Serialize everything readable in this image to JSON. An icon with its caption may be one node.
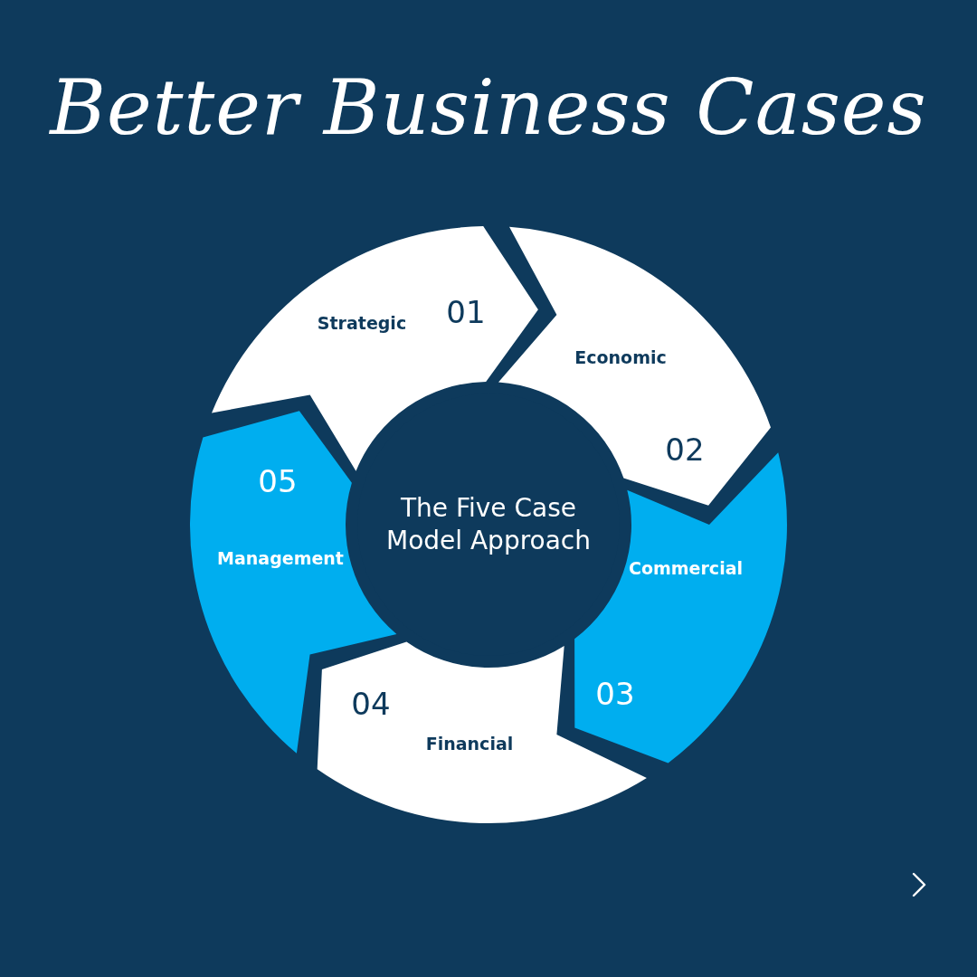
{
  "diagram": {
    "title": "Better Business Cases",
    "nodes": [
      {
        "text": [
          "Strategic",
          "01"
        ]
      },
      {
        "text": [
          "Economic",
          "02"
        ]
      },
      {
        "text": [
          "Commercial",
          "03"
        ]
      },
      {
        "text": [
          "04",
          "Financial"
        ]
      },
      {
        "text": [
          "05",
          "Management"
        ]
      },
      {
        "text": [
          "The Five Case Model Approach"
        ]
      }
    ]
  }
}
